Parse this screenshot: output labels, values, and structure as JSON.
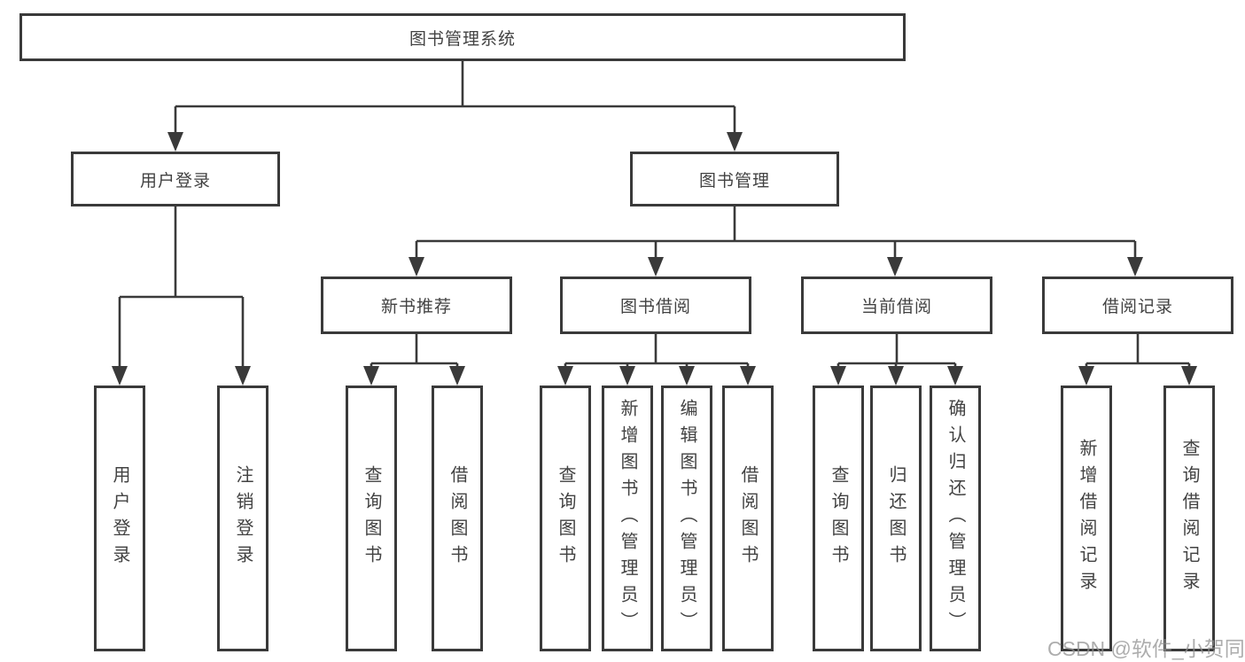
{
  "root": {
    "label": "图书管理系统"
  },
  "branches": [
    {
      "label": "用户登录",
      "children": [
        "用户登录",
        "注销登录"
      ]
    },
    {
      "label": "图书管理",
      "sections": [
        {
          "label": "新书推荐",
          "children": [
            "查询图书",
            "借阅图书"
          ]
        },
        {
          "label": "图书借阅",
          "children": [
            "查询图书",
            "新增图书（管理员）",
            "编辑图书（管理员）",
            "借阅图书"
          ]
        },
        {
          "label": "当前借阅",
          "children": [
            "查询图书",
            "归还图书",
            "确认归还（管理员）"
          ]
        },
        {
          "label": "借阅记录",
          "children": [
            "新增借阅记录",
            "查询借阅记录"
          ]
        }
      ]
    }
  ],
  "watermark": "CSDN @软件_小贺同学",
  "colors": {
    "line": "#3a3a3a",
    "text": "#424242",
    "box_fill": "#ffffff",
    "watermark": "#919191",
    "background": "#ffffff"
  }
}
